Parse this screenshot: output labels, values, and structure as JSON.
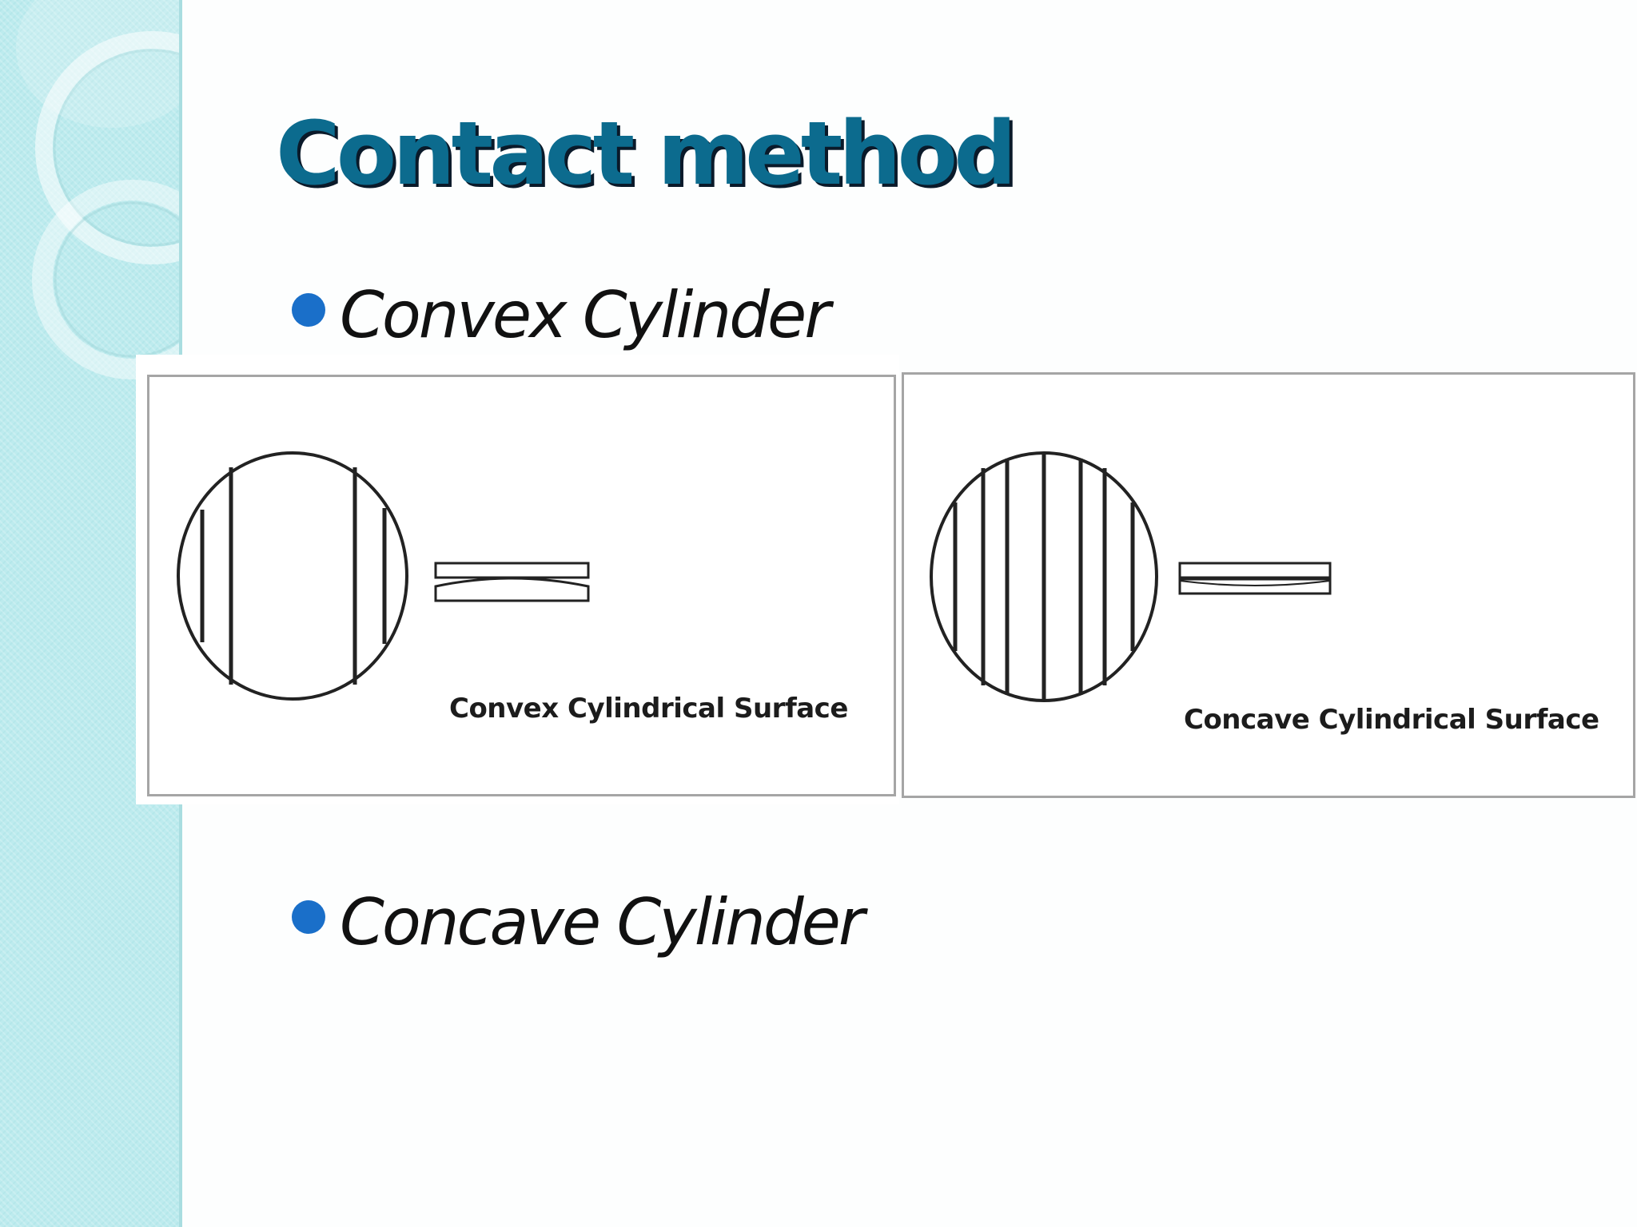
{
  "slide": {
    "title": "Contact method",
    "bullets": [
      {
        "text": "Convex Cylinder",
        "icon": "bullet-dot-icon"
      },
      {
        "text": "Concave Cylinder",
        "icon": "bullet-dot-icon"
      }
    ]
  },
  "figures": {
    "convex": {
      "caption": "Convex Cylindrical Surface"
    },
    "concave": {
      "caption": "Concave Cylindrical Surface"
    }
  },
  "colors": {
    "title": "#0c6b8e",
    "bullet": "#1a6fc9",
    "sidebar": "#bdebee",
    "panel_border": "#a5a5a5"
  }
}
